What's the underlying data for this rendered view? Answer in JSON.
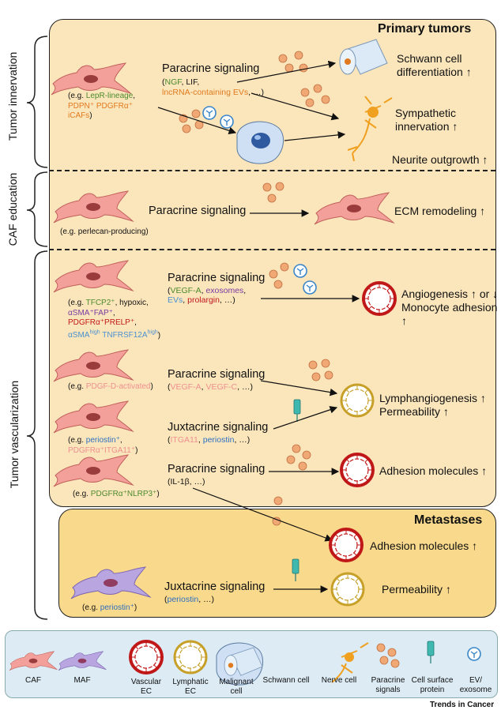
{
  "primary_title": "Primary tumors",
  "metastases_title": "Metastases",
  "side_labels": {
    "innervation": "Tumor innervation",
    "education": "CAF education",
    "vascularization": "Tumor vascularization"
  },
  "innervation": {
    "signal": "Paracrine signaling",
    "factors_open": "(",
    "f1": "NGF",
    "f2": ", LIF,",
    "f3": "lncRNA-containing EVs",
    "f4": ", …)",
    "ex1": "(e.g. ",
    "ex2": "LepR-lineage",
    "ex3": ",",
    "ex4": "PDPN⁺ PDGFRα⁺",
    "ex5": "iCAFs",
    "ex6": ")",
    "out1": "Schwann cell",
    "out2": "differentiation ↑",
    "out3": "Sympathetic",
    "out4": "innervation ↑",
    "out5": "Neurite outgrowth ↑"
  },
  "education": {
    "signal": "Paracrine signaling",
    "ex": "(e.g. perlecan-producing)",
    "out": "ECM remodeling ↑"
  },
  "vasc1": {
    "signal": "Paracrine signaling",
    "f_open": "(",
    "f1": "VEGF-A",
    "f2": ", ",
    "f3": "exosomes",
    "f4": ",",
    "f5": "EVs",
    "f6": ", ",
    "f7": "prolargin",
    "f8": ", …)",
    "ex1": "(e.g. ",
    "ex2": "TFCP2⁺",
    "ex3": ", hypoxic,",
    "ex4": "αSMA⁺FAP⁺",
    "ex5": ",",
    "ex6": "PDGFRα⁺PRELP⁺",
    "ex7": ",",
    "ex8": "αSMA",
    "ex8sup": "high",
    "ex9": " TNFRSF12A",
    "ex9sup": "high",
    "ex10": ")",
    "out1": "Angiogenesis ↑ or ↓",
    "out2": "Monocyte adhesion ↑"
  },
  "vasc2": {
    "signal": "Paracrine signaling",
    "f_open": "(",
    "f1": "VEGF-A",
    "f2": ", ",
    "f3": "VEGF-C",
    "f4": ", …)",
    "ex1": "(e.g. ",
    "ex2": "PDGF-D-activated",
    "ex3": ")"
  },
  "vasc3": {
    "signal": "Juxtacrine signaling",
    "f_open": "(",
    "f1": "ITGA11",
    "f2": ", ",
    "f3": "periostin",
    "f4": ", …)",
    "ex1": "(e.g. ",
    "ex2": "periostin⁺",
    "ex3": ",",
    "ex4": "PDGFRα⁺ITGA11⁺",
    "ex5": ")",
    "out1": "Lymphangiogenesis ↑",
    "out2": "Permeability ↑"
  },
  "vasc4": {
    "signal": "Paracrine signaling",
    "f": "(IL-1β, …)",
    "ex1": "(e.g. ",
    "ex2": "PDGFRα⁺NLRP3⁺",
    "ex3": ")",
    "out": "Adhesion molecules ↑"
  },
  "meta": {
    "out1": "Adhesion molecules ↑",
    "signal": "Juxtacrine signaling",
    "f_open": "(",
    "f1": "periostin",
    "f2": ", …)",
    "ex1": "(e.g. ",
    "ex2": "periostin⁺",
    "ex3": ")",
    "out2": "Permeability ↑"
  },
  "legend": [
    {
      "label": "CAF"
    },
    {
      "label": "MAF"
    },
    {
      "label": "Vascular\nEC"
    },
    {
      "label": "Lymphatic\nEC"
    },
    {
      "label": "Malignant\ncell"
    },
    {
      "label": "Schwann cell"
    },
    {
      "label": "Nerve cell"
    },
    {
      "label": "Paracrine\nsignals"
    },
    {
      "label": "Cell surface\nprotein"
    },
    {
      "label": "EV/\nexosome"
    }
  ],
  "credit": "Trends in Cancer",
  "colors": {
    "caf": "#f4a09a",
    "maf": "#b9a6e0",
    "vascular": "#c01818",
    "lymphatic": "#c6a028",
    "signal": "#f0a874",
    "protein": "#3fb8b0",
    "ev": "#3a86c8"
  }
}
